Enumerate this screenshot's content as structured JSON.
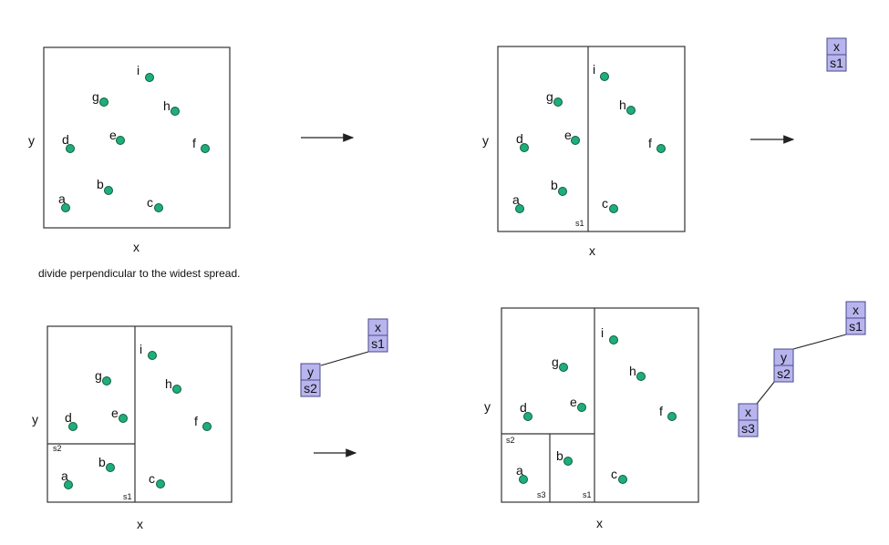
{
  "caption": "divide perpendicular to the widest spread.",
  "axes": {
    "x": "x",
    "y": "y"
  },
  "point_labels": {
    "a": "a",
    "b": "b",
    "c": "c",
    "d": "d",
    "e": "e",
    "f": "f",
    "g": "g",
    "h": "h",
    "i": "i"
  },
  "split_labels": {
    "s1": "s1",
    "s2": "s2",
    "s3": "s3"
  },
  "tree_nodes": {
    "x_s1": {
      "axis": "x",
      "split": "s1"
    },
    "y_s2": {
      "axis": "y",
      "split": "s2"
    },
    "x_s3": {
      "axis": "x",
      "split": "s3"
    }
  },
  "colors": {
    "point_fill": "#1fae7a",
    "point_stroke": "#0f5d40",
    "node_fill": "#b8b4ee",
    "node_stroke": "#4a4a8a",
    "line": "#222222"
  }
}
